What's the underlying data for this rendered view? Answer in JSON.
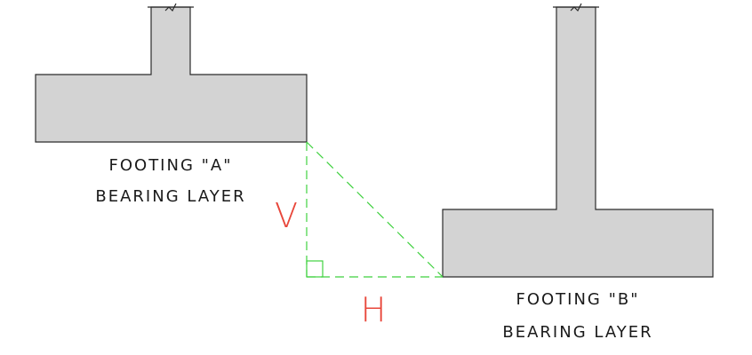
{
  "footing_a": {
    "label_line1": "FOOTING \"A\"",
    "label_line2": "BEARING LAYER"
  },
  "footing_b": {
    "label_line1": "FOOTING \"B\"",
    "label_line2": "BEARING LAYER"
  },
  "dimensions": {
    "vertical": "V",
    "horizontal": "H"
  },
  "colors": {
    "concrete_fill": "#d3d3d3",
    "outline": "#2b2b2b",
    "construction_line": "#3fd13f",
    "dimension_text": "#e8463a"
  }
}
